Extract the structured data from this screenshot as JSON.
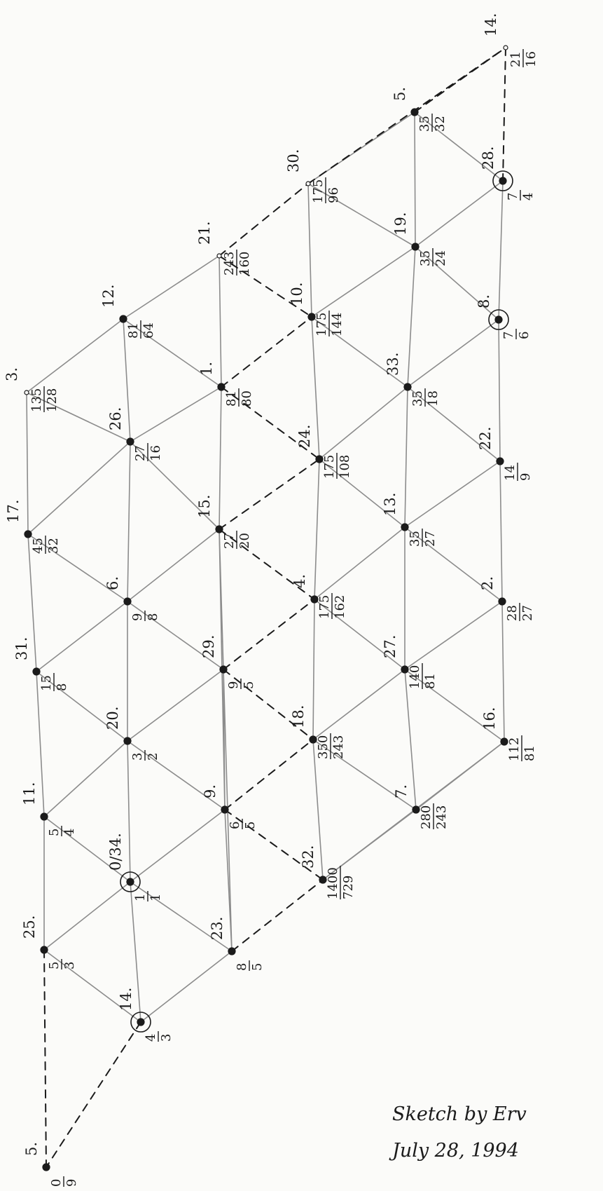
{
  "credit": {
    "line1": "Sketch by Erv",
    "line2": "July 28, 1994"
  },
  "colors": {
    "ink": "#1b1b1b",
    "pencil": "#8c8c8c",
    "paper": "#fbfbf9"
  },
  "nodes": [
    {
      "id": "n3",
      "num": "3.",
      "frac": [
        "135",
        "128"
      ]
    },
    {
      "id": "n17",
      "num": "17.",
      "frac": [
        "45",
        "32"
      ]
    },
    {
      "id": "n31",
      "num": "31.",
      "frac": [
        "15",
        "8"
      ]
    },
    {
      "id": "n11",
      "num": "11.",
      "frac": [
        "5",
        "4"
      ]
    },
    {
      "id": "n25",
      "num": "25.",
      "frac": [
        "5",
        "3"
      ]
    },
    {
      "id": "n5a",
      "num": "5.",
      "frac": [
        "0",
        "9"
      ]
    },
    {
      "id": "n12",
      "num": "12.",
      "frac": [
        "81",
        "64"
      ]
    },
    {
      "id": "n26",
      "num": "26.",
      "frac": [
        "27",
        "16"
      ]
    },
    {
      "id": "n6",
      "num": "6.",
      "frac": [
        "9",
        "8"
      ]
    },
    {
      "id": "n20",
      "num": "20.",
      "frac": [
        "3",
        "2"
      ]
    },
    {
      "id": "n0",
      "num": "0/34.",
      "frac": [
        "1",
        "1"
      ]
    },
    {
      "id": "n14a",
      "num": "14.",
      "frac": [
        "4",
        "3"
      ]
    },
    {
      "id": "n21",
      "num": "21.",
      "frac": [
        "243",
        "160"
      ]
    },
    {
      "id": "n1",
      "num": "1.",
      "frac": [
        "81",
        "80"
      ]
    },
    {
      "id": "n15",
      "num": "15.",
      "frac": [
        "27",
        "20"
      ]
    },
    {
      "id": "n29",
      "num": "29.",
      "frac": [
        "9",
        "5"
      ]
    },
    {
      "id": "n9",
      "num": "9.",
      "frac": [
        "6",
        "5"
      ]
    },
    {
      "id": "n23",
      "num": "23.",
      "frac": [
        "8",
        "5"
      ]
    },
    {
      "id": "n30",
      "num": "30.",
      "frac": [
        "175",
        "96"
      ]
    },
    {
      "id": "n10",
      "num": "10.",
      "frac": [
        "175",
        "144"
      ]
    },
    {
      "id": "n24",
      "num": "24.",
      "frac": [
        "175",
        "108"
      ]
    },
    {
      "id": "n4",
      "num": "4.",
      "frac": [
        "175",
        "162"
      ]
    },
    {
      "id": "n18",
      "num": "18.",
      "frac": [
        "350",
        "243"
      ]
    },
    {
      "id": "n32",
      "num": "32.",
      "frac": [
        "1400",
        "729"
      ]
    },
    {
      "id": "n5b",
      "num": "5.",
      "frac": [
        "35",
        "32"
      ]
    },
    {
      "id": "n19",
      "num": "19.",
      "frac": [
        "35",
        "24"
      ]
    },
    {
      "id": "n33",
      "num": "33.",
      "frac": [
        "35",
        "18"
      ]
    },
    {
      "id": "n13",
      "num": "13.",
      "frac": [
        "35",
        "27"
      ]
    },
    {
      "id": "n27",
      "num": "27.",
      "frac": [
        "140",
        "81"
      ]
    },
    {
      "id": "n7",
      "num": "7.",
      "frac": [
        "280",
        "243"
      ]
    },
    {
      "id": "n14b",
      "num": "14.",
      "frac": [
        "21",
        "16"
      ]
    },
    {
      "id": "n28",
      "num": "28.",
      "frac": [
        "7",
        "4"
      ]
    },
    {
      "id": "n8",
      "num": "8.",
      "frac": [
        "7",
        "6"
      ]
    },
    {
      "id": "n22",
      "num": "22.",
      "frac": [
        "14",
        "9"
      ]
    },
    {
      "id": "n2",
      "num": "2.",
      "frac": [
        "28",
        "27"
      ]
    },
    {
      "id": "n16",
      "num": "16.",
      "frac": [
        "112",
        "81"
      ]
    }
  ]
}
